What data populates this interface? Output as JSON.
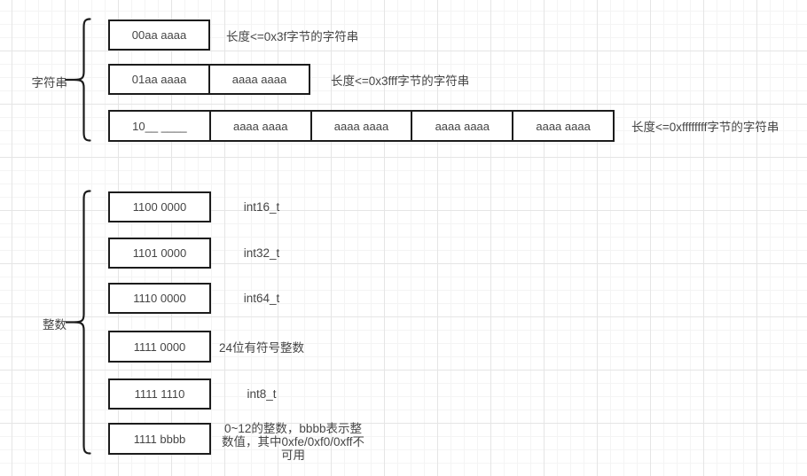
{
  "colors": {
    "background": "#ffffff",
    "grid_minor": "#f4f4f4",
    "grid_major": "#e5e5e5",
    "shape_stroke": "#1c1c1c",
    "shape_fill": "#ffffff",
    "text": "#454545"
  },
  "groups": [
    {
      "name": "字符串",
      "rows": [
        {
          "cells": [
            "00aa aaaa"
          ],
          "label": "长度<=0x3f字节的字符串"
        },
        {
          "cells": [
            "01aa aaaa",
            "aaaa aaaa"
          ],
          "label": "长度<=0x3fff字节的字符串"
        },
        {
          "cells": [
            "10__ ____",
            "aaaa aaaa",
            "aaaa aaaa",
            "aaaa aaaa",
            "aaaa aaaa"
          ],
          "label": "长度<=0xffffffff字节的字符串"
        }
      ]
    },
    {
      "name": "整数",
      "rows": [
        {
          "cells": [
            "1100 0000"
          ],
          "label": "int16_t"
        },
        {
          "cells": [
            "1101 0000"
          ],
          "label": "int32_t"
        },
        {
          "cells": [
            "1110 0000"
          ],
          "label": "int64_t"
        },
        {
          "cells": [
            "1111 0000"
          ],
          "label": "24位有符号整数"
        },
        {
          "cells": [
            "1111 1110"
          ],
          "label": "int8_t"
        },
        {
          "cells": [
            "1111 bbbb"
          ],
          "label_lines": [
            "0~12的整数，bbbb表示整",
            "数值，其中0xfe/0xf0/0xff不",
            "可用"
          ]
        }
      ]
    }
  ]
}
